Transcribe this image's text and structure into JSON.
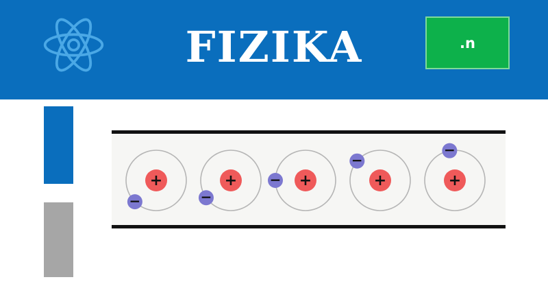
{
  "header": {
    "title": "FIZIKA",
    "logo_icon": "atom-icon",
    "badge_label": ".n",
    "colors": {
      "header_bg": "#0a6ebd",
      "badge_bg": "#0db14b",
      "logo": "#4aa8e6"
    }
  },
  "sidebar": {
    "blocks": [
      {
        "name": "blue-block",
        "color": "#0a6ebd"
      },
      {
        "name": "gray-block",
        "color": "#a6a6a6"
      }
    ]
  },
  "diagram": {
    "atoms": [
      {
        "nucleus": "+",
        "electron": "−",
        "electron_angle_deg": 225
      },
      {
        "nucleus": "+",
        "electron": "−",
        "electron_angle_deg": 215
      },
      {
        "nucleus": "+",
        "electron": "−",
        "electron_angle_deg": 180
      },
      {
        "nucleus": "+",
        "electron": "−",
        "electron_angle_deg": 140
      },
      {
        "nucleus": "+",
        "electron": "−",
        "electron_angle_deg": 100
      }
    ],
    "colors": {
      "nucleus": "#ef5a5a",
      "electron": "#7c78d0",
      "orbit": "#b5b5b5",
      "wire": "#111111"
    }
  }
}
